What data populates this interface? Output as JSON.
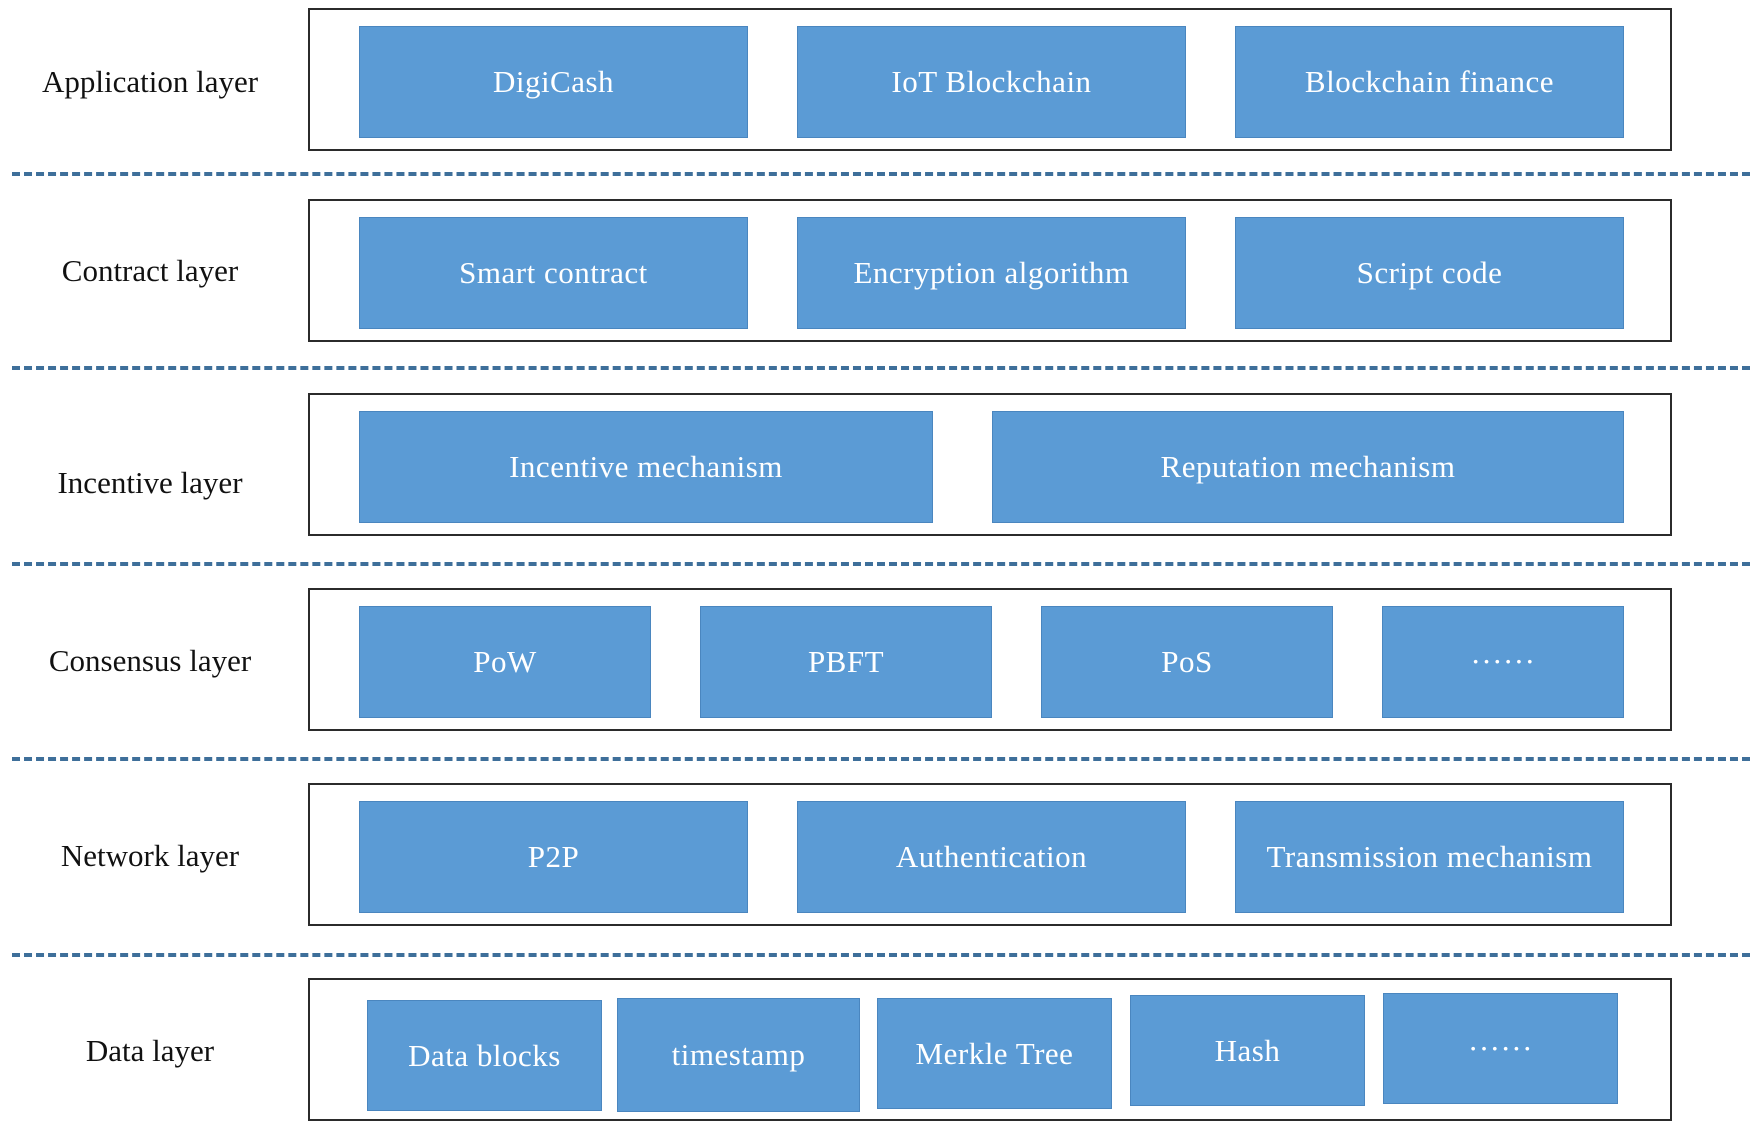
{
  "layers": [
    {
      "label": "Application layer",
      "items": [
        "DigiCash",
        "IoT Blockchain",
        "Blockchain finance"
      ]
    },
    {
      "label": "Contract layer",
      "items": [
        "Smart contract",
        "Encryption algorithm",
        "Script code"
      ]
    },
    {
      "label": "Incentive layer",
      "items": [
        "Incentive mechanism",
        "Reputation mechanism"
      ]
    },
    {
      "label": "Consensus layer",
      "items": [
        "PoW",
        "PBFT",
        "PoS",
        "······"
      ]
    },
    {
      "label": "Network layer",
      "items": [
        "P2P",
        "Authentication",
        "Transmission mechanism"
      ]
    },
    {
      "label": "Data layer",
      "items": [
        "Data blocks",
        "timestamp",
        "Merkle Tree",
        "Hash",
        "······"
      ]
    }
  ],
  "colors": {
    "box_fill": "#5b9bd5",
    "separator": "#3e6f9a",
    "frame_border": "#2b2b2b"
  }
}
